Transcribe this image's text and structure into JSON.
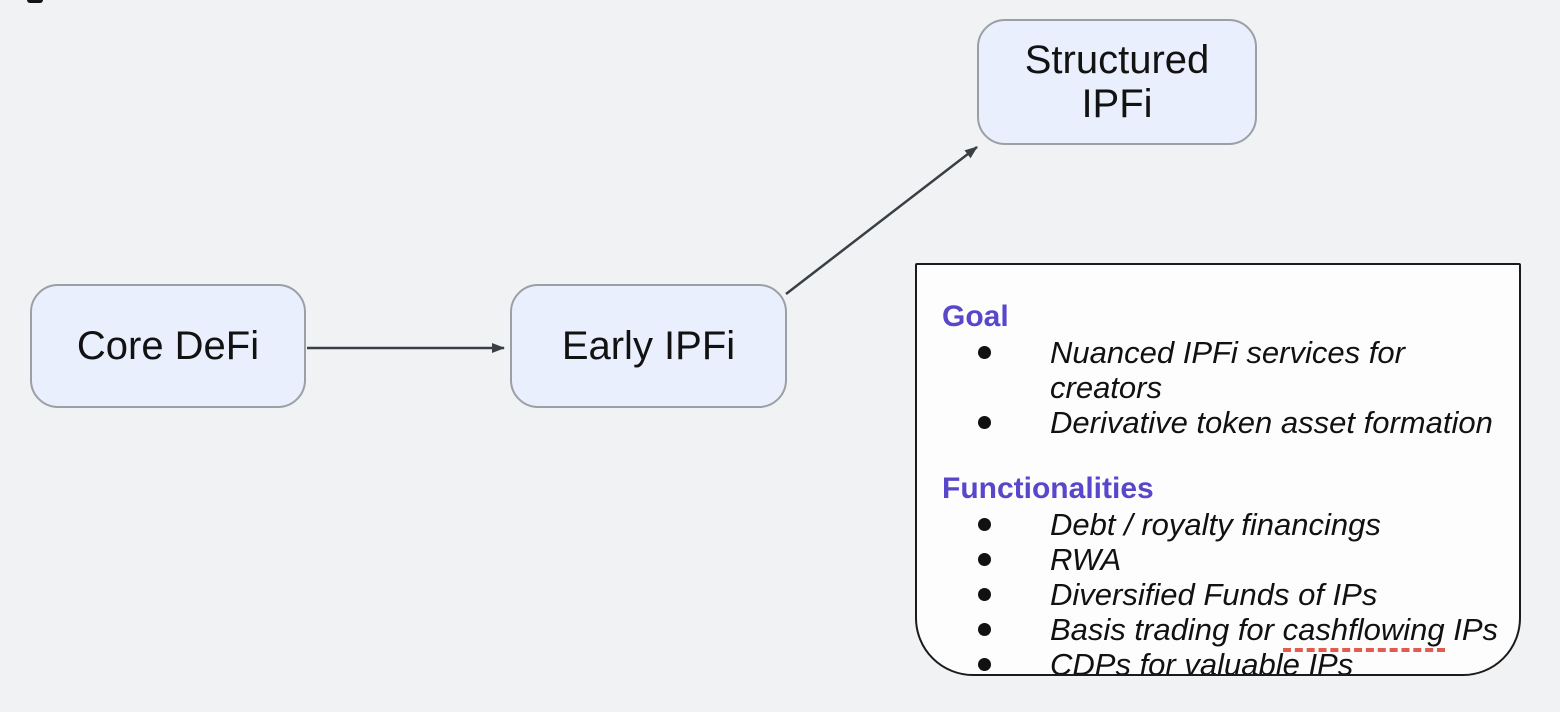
{
  "meta": {
    "background_color": "#f1f2f4",
    "node_fill_color": "#e9effc",
    "node_border_color": "#9aa0a6",
    "panel_border_color": "#1b1b1b",
    "heading_color": "#5847cb",
    "arrow_color": "#3a3f45",
    "spellcheck_underline_color": "#e25b4d"
  },
  "nodes": {
    "core_defi": {
      "label": "Core DeFi"
    },
    "early_ipfi": {
      "label": "Early IPFi"
    },
    "structured_ipfi": {
      "label": "Structured\nIPFi"
    }
  },
  "panel": {
    "sections": [
      {
        "heading": "Goal",
        "items": [
          {
            "text": "Nuanced IPFi services for\ncreators"
          },
          {
            "text": "Derivative token asset formation"
          }
        ]
      },
      {
        "heading": "Functionalities",
        "items": [
          {
            "text": "Debt / royalty financings"
          },
          {
            "text": "RWA"
          },
          {
            "text": "Diversified Funds of IPs"
          },
          {
            "pre": "Basis trading for ",
            "flagged": "cashflowing",
            "post": " IPs"
          },
          {
            "text": "CDPs for valuable IPs"
          }
        ]
      }
    ]
  }
}
